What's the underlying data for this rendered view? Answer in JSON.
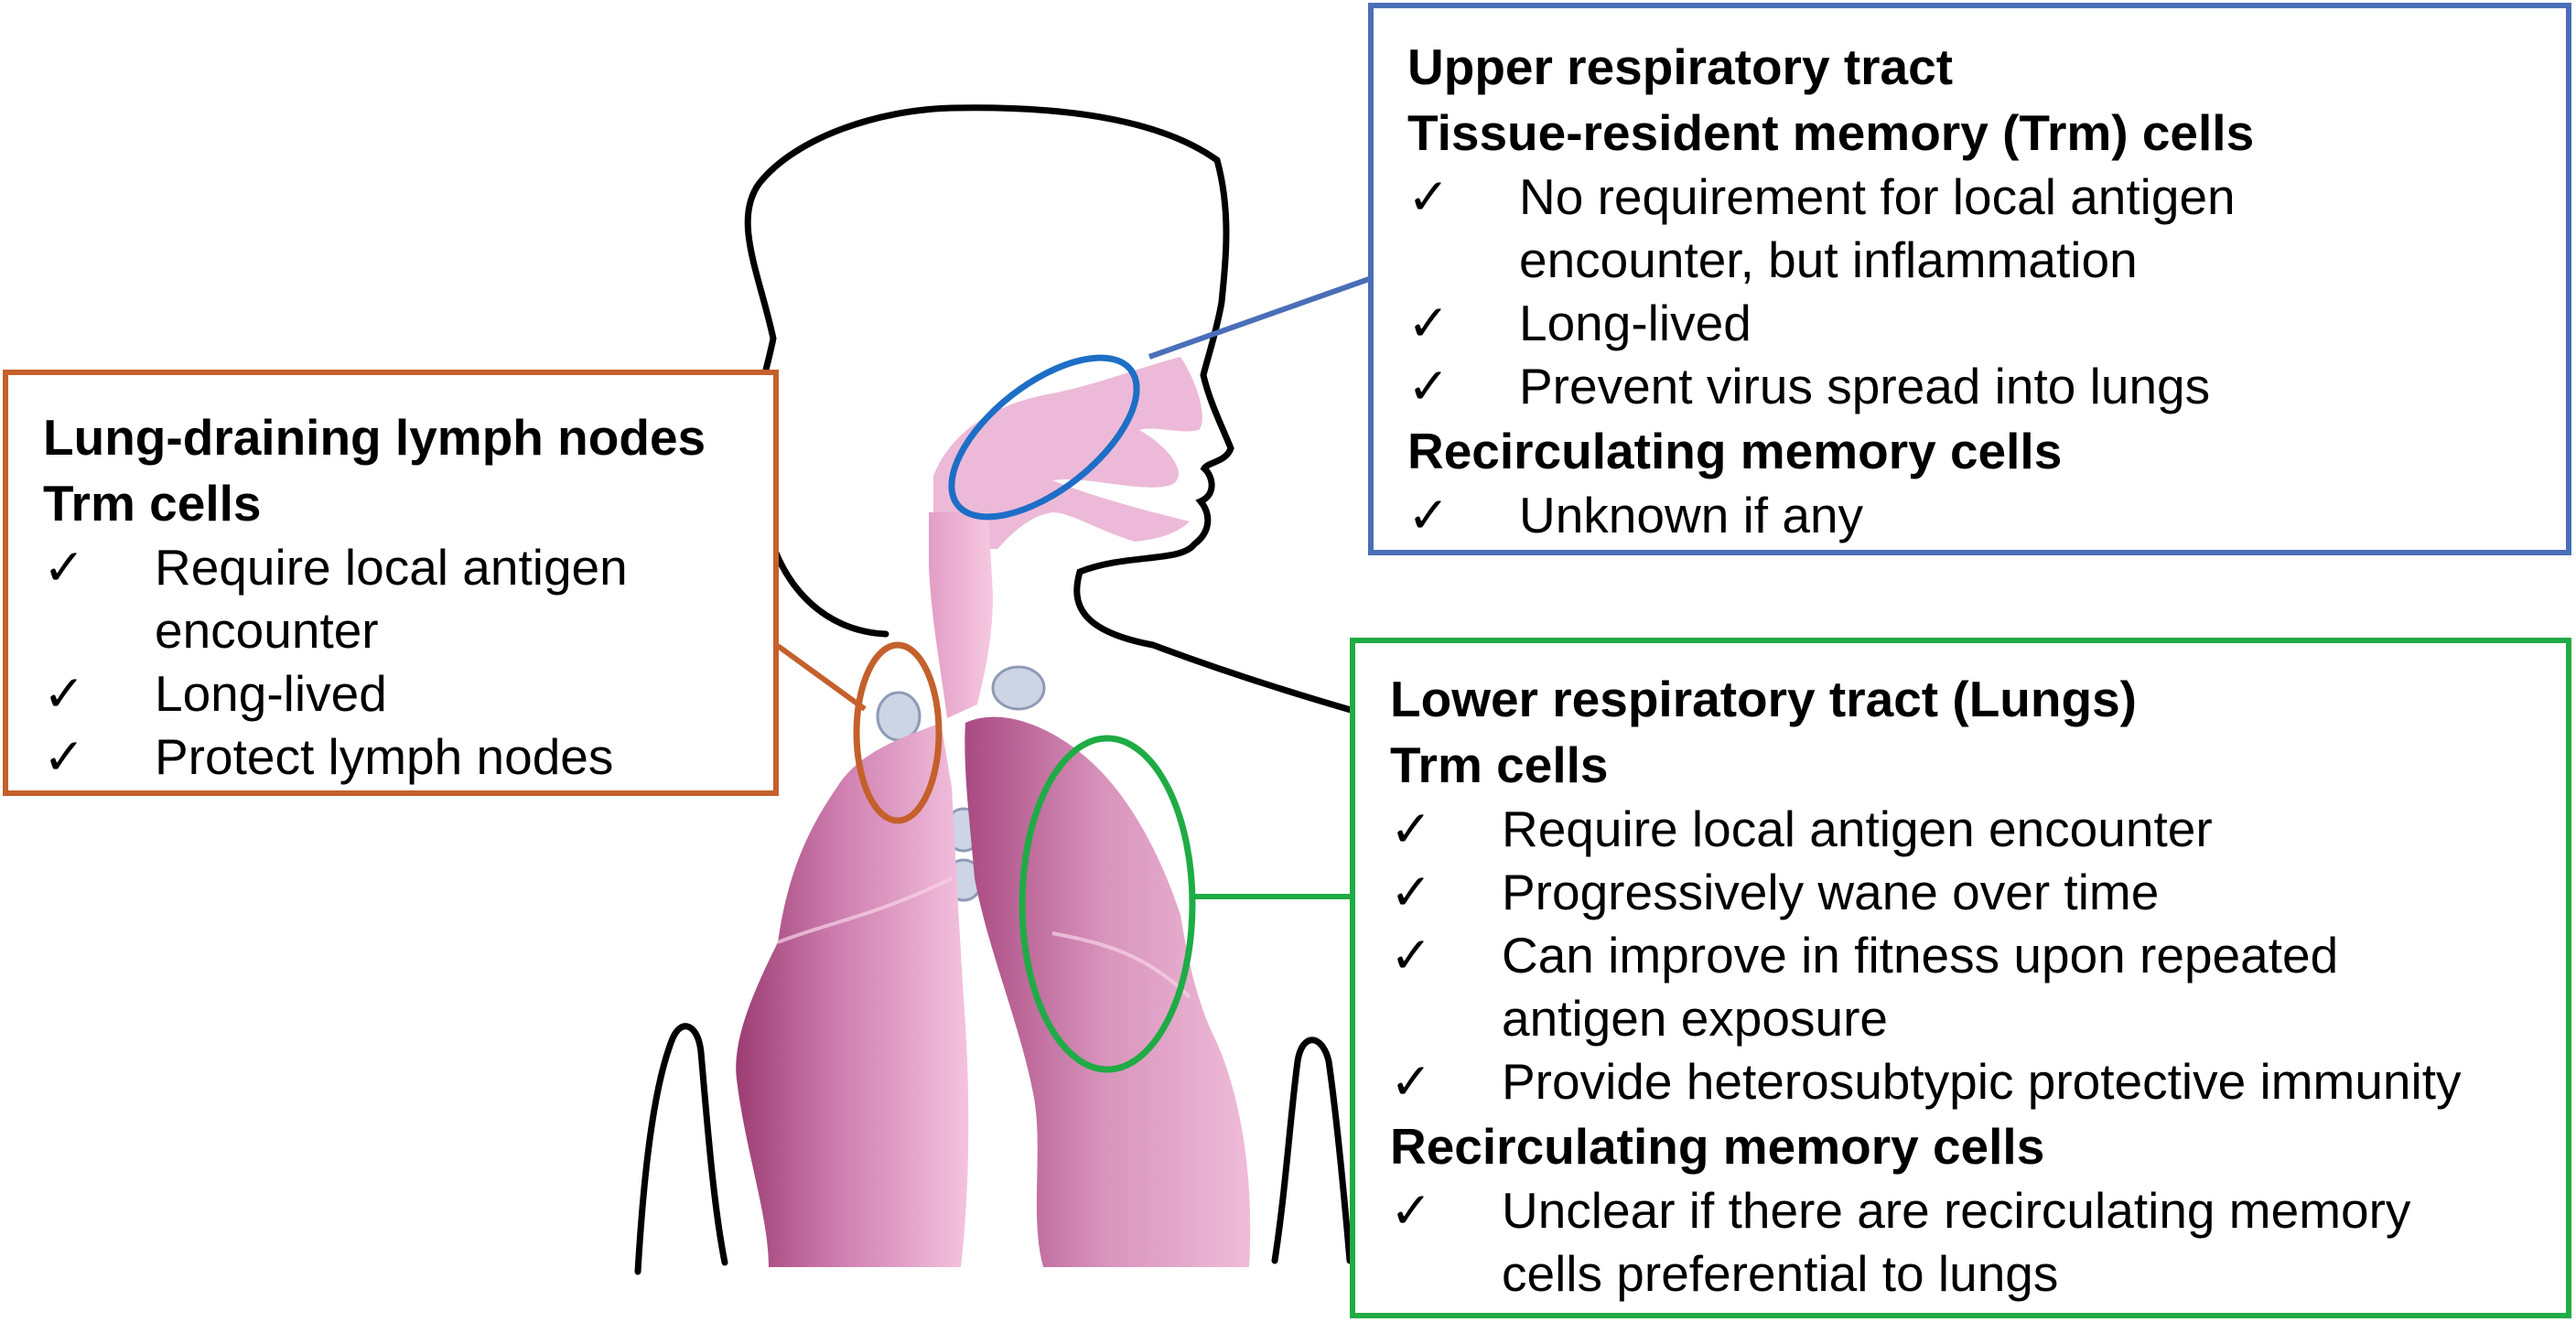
{
  "colors": {
    "upper": "#4a6fb8",
    "lymph": "#c4602b",
    "lower": "#1fab45",
    "tissue_pink": "#e4a6cc",
    "lymph_node": "#ccd4e6",
    "outline": "#000000"
  },
  "check_mark": "✓",
  "upper_box": {
    "title": "Upper respiratory tract",
    "trm_heading": "Tissue-resident memory (Trm) cells",
    "trm_items": [
      "No requirement for local antigen",
      "encounter, but inflammation",
      "Long-lived",
      "Prevent virus spread into lungs"
    ],
    "recirc_heading": "Recirculating memory cells",
    "recirc_items": [
      "Unknown if any"
    ]
  },
  "lymph_box": {
    "title": "Lung-draining lymph nodes",
    "trm_heading": "Trm cells",
    "trm_items": [
      "Require local antigen",
      "encounter",
      "Long-lived",
      "Protect lymph nodes"
    ]
  },
  "lower_box": {
    "title": "Lower respiratory tract (Lungs)",
    "trm_heading": "Trm cells",
    "trm_items": [
      "Require local antigen encounter",
      "Progressively wane over time",
      "Can improve in fitness upon repeated",
      "antigen exposure",
      "Provide heterosubtypic protective immunity"
    ],
    "recirc_heading": "Recirculating memory cells",
    "recirc_items": [
      "Unclear if there are recirculating memory",
      "cells preferential to lungs"
    ]
  }
}
